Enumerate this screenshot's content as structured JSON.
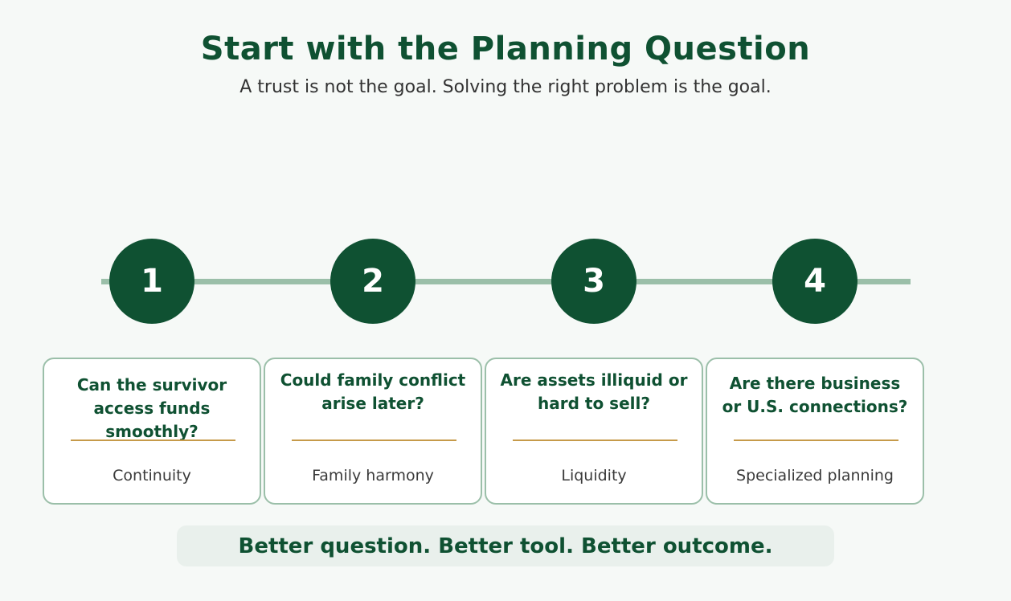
{
  "header": {
    "title": "Start with the Planning Question",
    "subtitle": "A trust is not the goal. Solving the right problem is the goal."
  },
  "steps": [
    {
      "number": "1",
      "question": "Can the survivor access funds smoothly?",
      "label": "Continuity"
    },
    {
      "number": "2",
      "question": "Could family conflict arise later?",
      "label": "Family harmony"
    },
    {
      "number": "3",
      "question": "Are assets illiquid or hard to sell?",
      "label": "Liquidity"
    },
    {
      "number": "4",
      "question": "Are there business or U.S. connections?",
      "label": "Specialized planning"
    }
  ],
  "footer": {
    "text": "Better question. Better tool. Better outcome."
  },
  "colors": {
    "brand_green": "#0f5132",
    "timeline_line": "#9bbfa9",
    "accent_gold": "#c69a4a",
    "background": "#f6f9f7"
  }
}
